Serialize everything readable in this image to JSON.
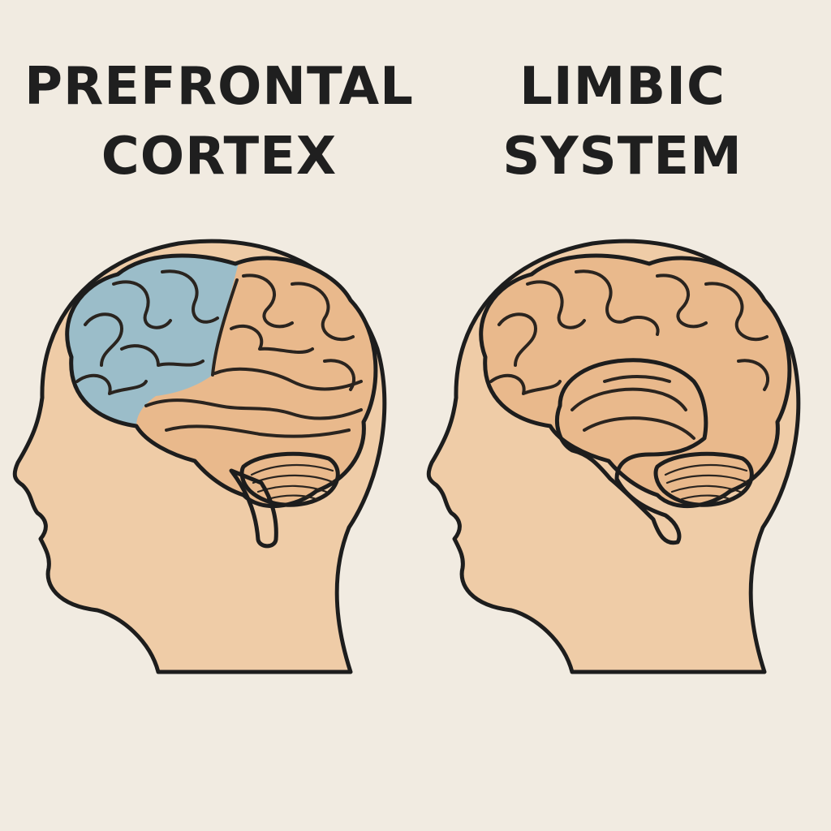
{
  "panels": [
    {
      "title_line1": "PREFRONTAL",
      "title_line2": "CORTEX",
      "highlight_color": "#9bbdc9",
      "highlight_region": "prefrontal cortex"
    },
    {
      "title_line1": "LIMBIC",
      "title_line2": "SYSTEM",
      "highlight_color": "#d65e45",
      "highlight_region": "limbic system"
    }
  ],
  "colors": {
    "background": "#f1ebe1",
    "skin": "#efcca7",
    "brain": "#e9b98c",
    "outline": "#1d1d1d"
  }
}
